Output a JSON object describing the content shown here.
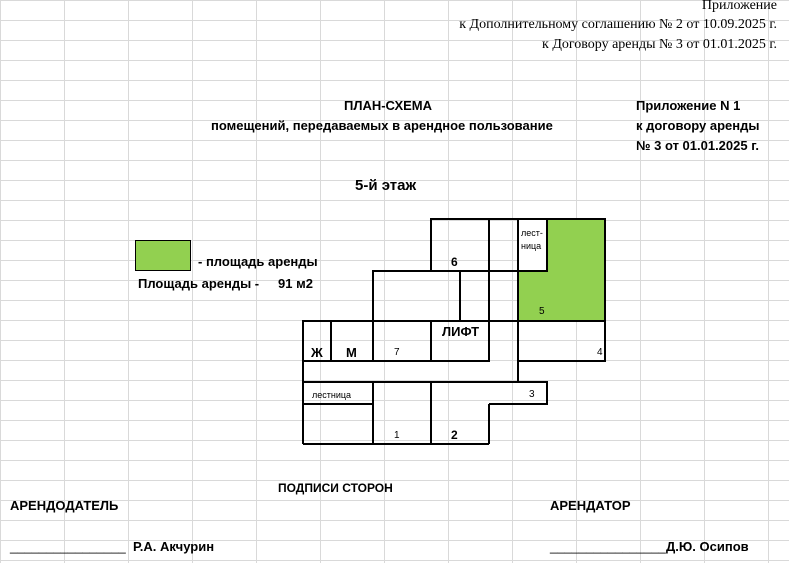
{
  "header": {
    "line1": "Приложение",
    "line2": "к Дополнительному соглашению № 2 от 10.09.2025 г.",
    "line3": "к Договору аренды № 3 от 01.01.2025 г."
  },
  "title": {
    "main": "ПЛАН-СХЕМА",
    "sub": "помещений, передаваемых в арендное пользование"
  },
  "appendix": {
    "line1": "Приложение N 1",
    "line2": "к договору аренды",
    "line3": "№ 3 от 01.01.2025 г."
  },
  "floor": "5-й этаж",
  "legend": {
    "color": "#92d050",
    "label": "- площадь аренды",
    "area_label": "Площадь аренды -",
    "area_value": "91 м2"
  },
  "plan": {
    "labels": {
      "room6": "6",
      "stairs_top_1": "лест-",
      "stairs_top_2": "ница",
      "room5": "5",
      "lift": "ЛИФТ",
      "womens": "Ж",
      "mens": "М",
      "room7": "7",
      "room4": "4",
      "room3": "3",
      "stairs_bottom": "лестница",
      "room1": "1",
      "room2": "2"
    }
  },
  "signatures": {
    "heading": "ПОДПИСИ СТОРОН",
    "landlord_title": "АРЕНДОДАТЕЛЬ",
    "landlord_name": "Р.А. Акчурин",
    "tenant_title": "АРЕНДАТОР",
    "tenant_name": "Д.Ю. Осипов",
    "line": "________________"
  }
}
